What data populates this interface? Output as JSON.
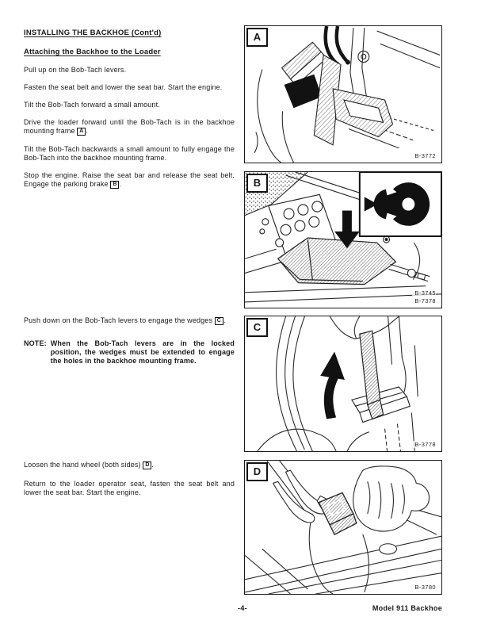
{
  "doc": {
    "heading": "INSTALLING THE BACKHOE (Cont'd)",
    "subheading": "Attaching the Backhoe to the Loader",
    "p1": "Pull up on the Bob-Tach levers.",
    "p2": "Fasten the seat belt and lower the seat bar. Start the engine.",
    "p3": "Tilt the Bob-Tach forward a small amount.",
    "p4_before": "Drive the loader forward until the Bob-Tach is in the backhoe mounting frame ",
    "p4_ref": "A",
    "p4_after": ".",
    "p5": "Tilt the Bob-Tach backwards a small amount to fully engage the Bob-Tach into the backhoe mounting frame.",
    "p6_before": "Stop the engine. Raise the seat bar and release the seat belt. Engage the parking brake ",
    "p6_ref": "B",
    "p6_after": ".",
    "p7_before": "Push down on the Bob-Tach levers to engage the wedges ",
    "p7_ref": "C",
    "p7_after": ".",
    "note_label": "NOTE:",
    "note_text": "When the Bob-Tach levers are in the locked position, the wedges must be extended to engage the holes in the backhoe mounting frame.",
    "p8_before": "Loosen the hand wheel (both sides) ",
    "p8_ref": "D",
    "p8_after": ".",
    "p9": "Return to the loader operator seat, fasten the seat belt and lower the seat bar. Start the engine.",
    "footer_page": "-4-",
    "footer_model": "Model 911 Backhoe"
  },
  "figures": {
    "a": {
      "label": "A",
      "ref": "B-3772"
    },
    "b": {
      "label": "B",
      "ref1": "B-3745",
      "ref2": "B-7378"
    },
    "c": {
      "label": "C",
      "ref": "B-3778"
    },
    "d": {
      "label": "D",
      "ref": "B-3780"
    }
  },
  "colors": {
    "ink": "#1a1a1a",
    "paper": "#ffffff"
  }
}
